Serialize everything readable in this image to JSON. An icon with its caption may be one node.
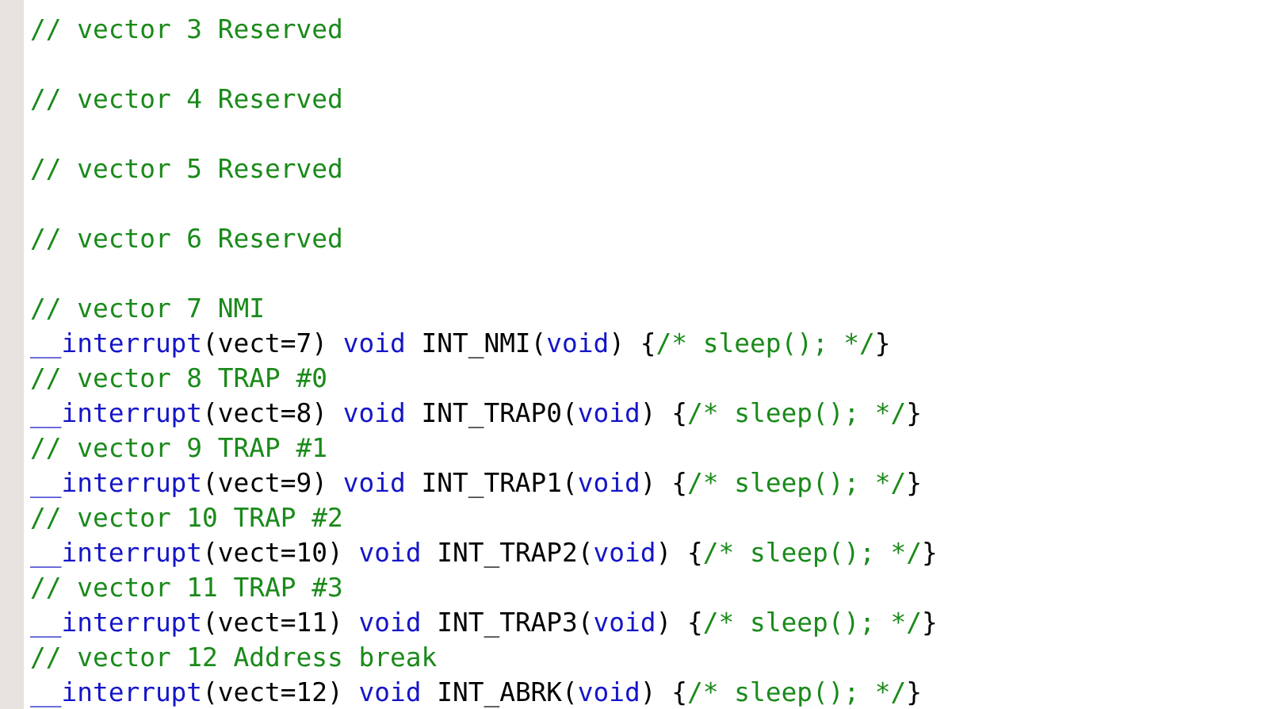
{
  "diagram": {
    "nodes": [
      {
        "text": [],
        "shape": "bar"
      }
    ],
    "labels": [
      "// vector 3 Reserved",
      "// vector 4 Reserved",
      "// vector 5 Reserved",
      "// vector 6 Reserved",
      "// vector 7 NMI",
      "__interrupt(vect=7) void INT_NMI(void) {/* sleep(); */}",
      "// vector 8 TRAP #0",
      "__interrupt(vect=8) void INT_TRAP0(void) {/* sleep(); */}",
      "// vector 9 TRAP #1",
      "__interrupt(vect=9) void INT_TRAP1(void) {/* sleep(); */}",
      "// vector 10 TRAP #2",
      "__interrupt(vect=10) void INT_TRAP2(void) {/* sleep(); */}",
      "// vector 11 TRAP #3",
      "__interrupt(vect=11) void INT_TRAP3(void) {/* sleep(); */}",
      "// vector 12 Address break",
      "__interrupt(vect=12) void INT_ABRK(void) {/* sleep(); */}"
    ]
  }
}
